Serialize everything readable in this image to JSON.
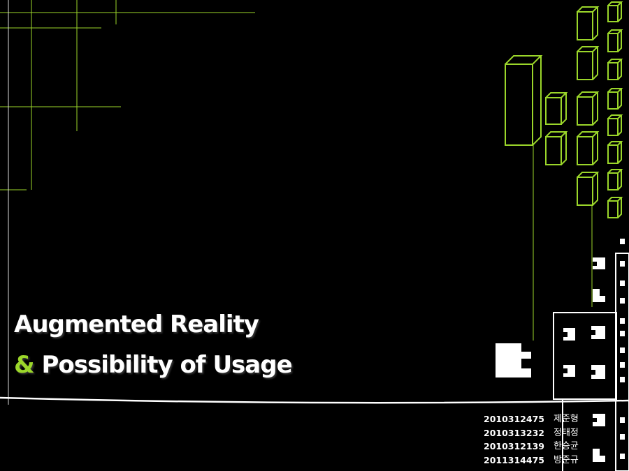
{
  "slide": {
    "title_line1": "Augmented Reality",
    "title_line2_amp": "&",
    "title_line2_rest": " Possibility of Usage"
  },
  "members": [
    {
      "id": "2010312475",
      "name": "제준형"
    },
    {
      "id": "2010313232",
      "name": "정태정"
    },
    {
      "id": "2010312139",
      "name": "한승균"
    },
    {
      "id": "2011314475",
      "name": "방준규"
    }
  ],
  "colors": {
    "background": "#000000",
    "accent": "#9bd62a",
    "text": "#ffffff"
  }
}
